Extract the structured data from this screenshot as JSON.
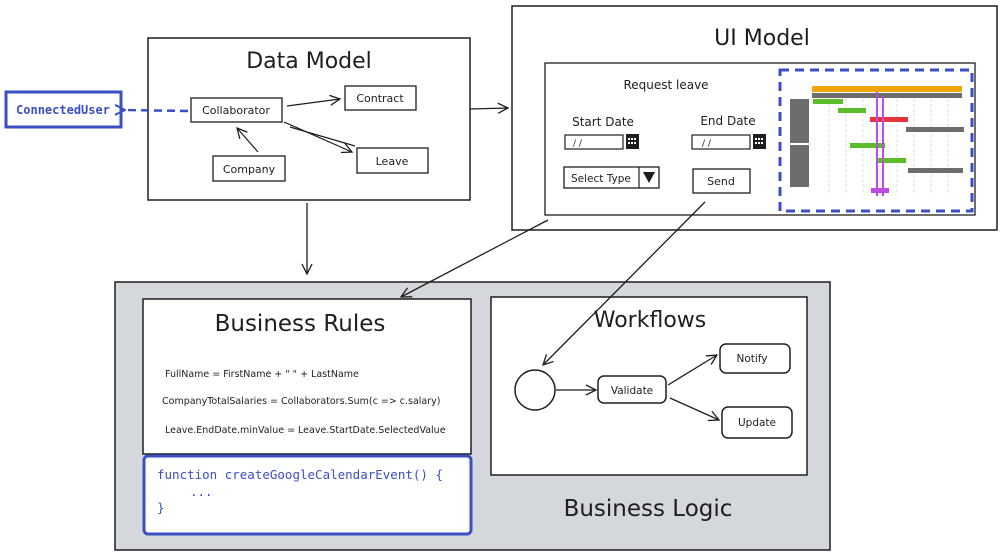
{
  "colors": {
    "ink": "#1e1e1e",
    "accent": "#3a4fc4",
    "panel": "#d4d7db",
    "gantt_orange": "#f2a40c",
    "gantt_green": "#5bbd2b",
    "gantt_red": "#e8333b",
    "gantt_grey": "#6d6d6d",
    "gantt_purple": "#c04be0"
  },
  "data_model": {
    "title": "Data Model",
    "nodes": {
      "collaborator": "Collaborator",
      "contract": "Contract",
      "company": "Company",
      "leave": "Leave"
    }
  },
  "connected_user": "ConnectedUser",
  "ui_model": {
    "title": "UI Model",
    "form": {
      "title": "Request leave",
      "start_date_label": "Start Date",
      "end_date_label": "End Date",
      "start_date_value": "/ /",
      "end_date_value": "/ /",
      "select_label": "Select Type",
      "send_label": "Send"
    }
  },
  "business_logic": {
    "title": "Business Logic",
    "rules": {
      "title": "Business Rules",
      "lines": [
        "FullName = FirstName + \" \" + LastName",
        "CompanyTotalSalaries = Collaborators.Sum(c => c.salary)",
        "Leave.EndDate.minValue = Leave.StartDate.SelectedValue"
      ],
      "code": [
        "function createGoogleCalendarEvent() {",
        "...",
        "}"
      ]
    },
    "workflows": {
      "title": "Workflows",
      "nodes": {
        "validate": "Validate",
        "notify": "Notify",
        "update": "Update"
      }
    }
  }
}
